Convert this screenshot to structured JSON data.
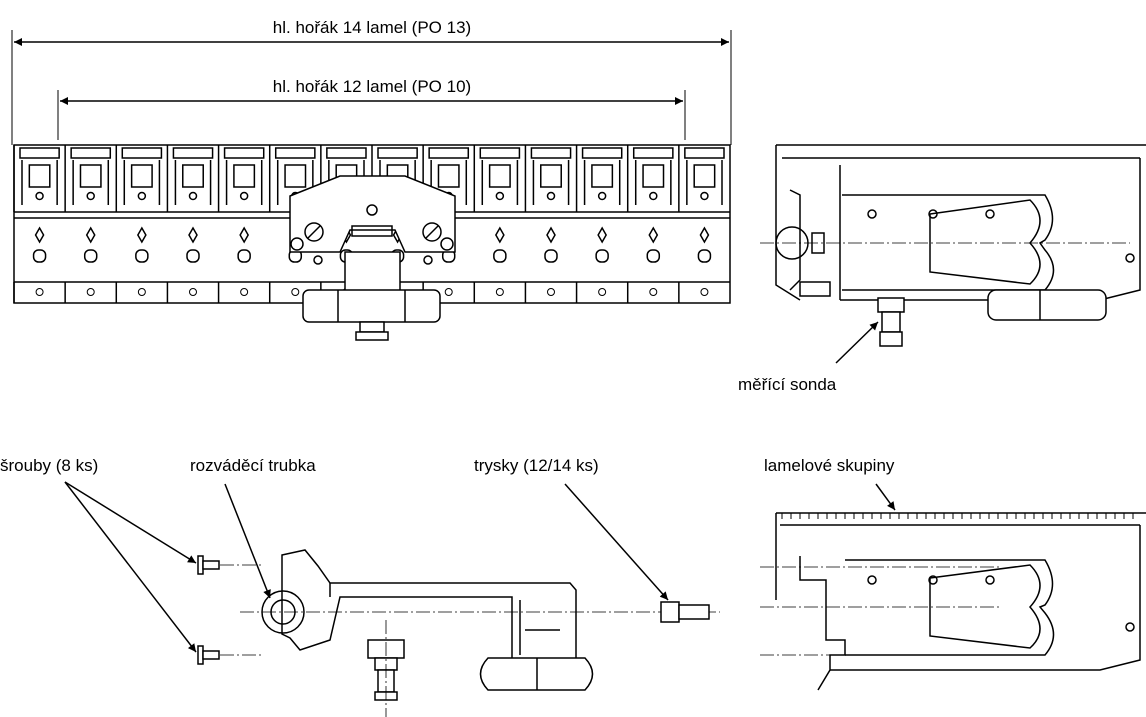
{
  "labels": {
    "dim_14": "hl. hořák 14 lamel (PO 13)",
    "dim_12": "hl. hořák 12 lamel (PO 10)",
    "probe": "měřící sonda",
    "screws": "šrouby (8 ks)",
    "pipe": "rozváděcí trubka",
    "nozzles": "trysky (12/14 ks)",
    "lamellas": "lamelové skupiny"
  },
  "colors": {
    "line": "#000000",
    "background": "#ffffff"
  }
}
